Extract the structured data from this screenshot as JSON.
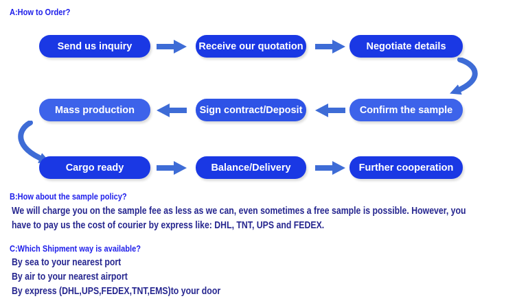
{
  "colors": {
    "heading": "#1e1eea",
    "body_text": "#26268f",
    "button_text": "#ffffff",
    "button_dark": "#1a38e4",
    "button_medium": "#2e53e6",
    "button_light": "#3d63ea",
    "arrow": "#3e6cd6",
    "background": "#ffffff"
  },
  "icons": {
    "forward_arrow": "block-arrow-right",
    "backward_arrow": "block-arrow-left",
    "row_wrap_right": "curved-arrow-down-left",
    "row_wrap_left": "curved-arrow-down-right"
  },
  "faq": {
    "a": {
      "title": "A:How to Order?",
      "flow": {
        "rows": [
          {
            "direction": "right",
            "steps": [
              {
                "label": "Send us inquiry",
                "tone": "dark"
              },
              {
                "label": "Receive our quotation",
                "tone": "dark"
              },
              {
                "label": "Negotiate details",
                "tone": "dark"
              }
            ]
          },
          {
            "direction": "left",
            "steps": [
              {
                "label": "Mass production",
                "tone": "light"
              },
              {
                "label": "Sign contract/Deposit",
                "tone": "medium"
              },
              {
                "label": "Confirm the sample",
                "tone": "light"
              }
            ]
          },
          {
            "direction": "right",
            "steps": [
              {
                "label": "Cargo ready",
                "tone": "dark"
              },
              {
                "label": "Balance/Delivery",
                "tone": "dark"
              },
              {
                "label": "Further cooperation",
                "tone": "dark"
              }
            ]
          }
        ]
      }
    },
    "b": {
      "title": "B:How about the sample policy?",
      "lines": [
        "We will charge you on the sample fee as less as we can, even sometimes a free sample is possible. However, you",
        "have to pay us the cost of courier by express like: DHL, TNT, UPS and FEDEX."
      ]
    },
    "c": {
      "title": "C:Which Shipment way is available?",
      "lines": [
        "By sea to your nearest port",
        "By air to your nearest airport",
        "By express (DHL,UPS,FEDEX,TNT,EMS)to your door"
      ]
    }
  }
}
